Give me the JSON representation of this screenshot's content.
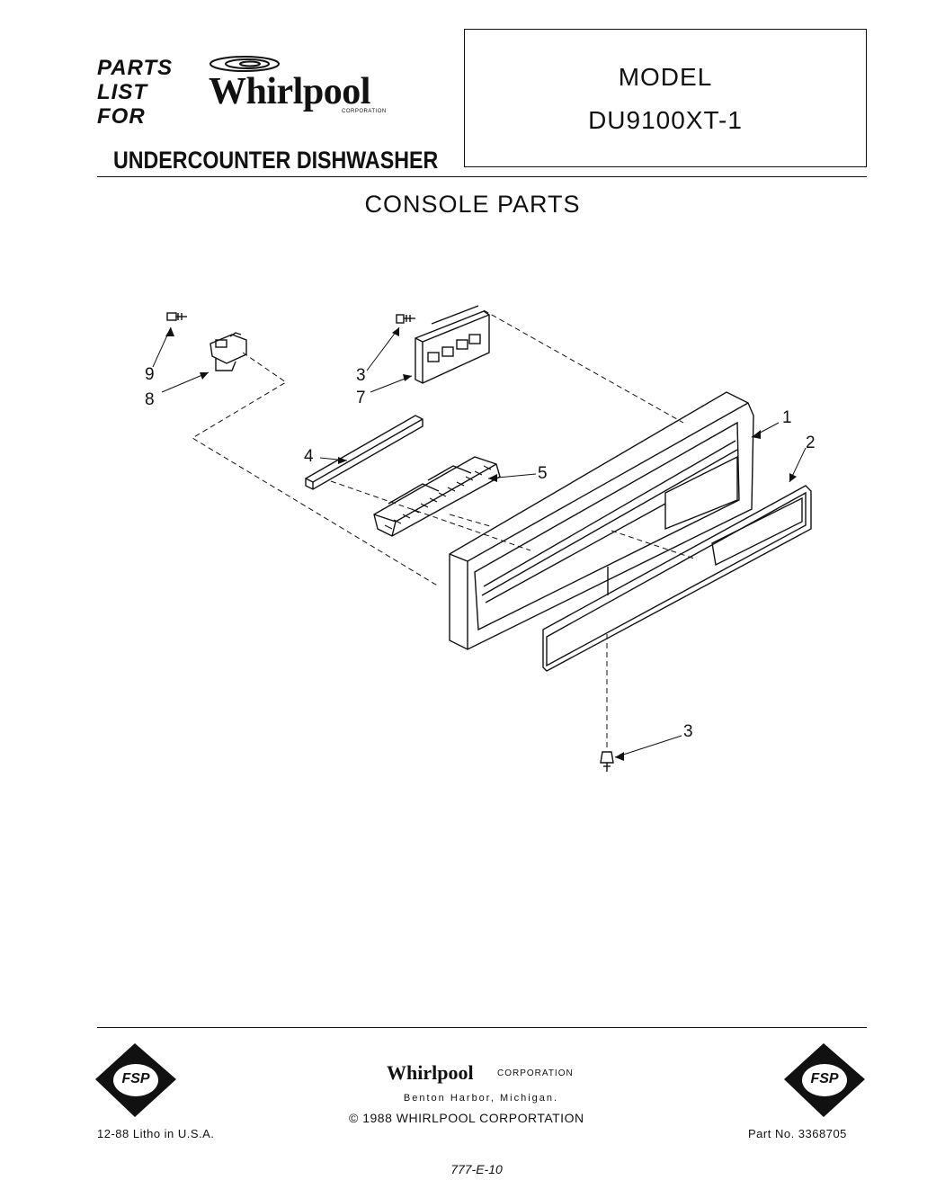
{
  "header": {
    "parts_list_for": [
      "PARTS",
      "LIST",
      "FOR"
    ],
    "brand": "Whirlpool",
    "brand_sub": "CORPORATION",
    "product": "UNDERCOUNTER DISHWASHER",
    "model_label": "MODEL",
    "model_number": "DU9100XT-1"
  },
  "section_title": "CONSOLE PARTS",
  "callouts": {
    "c9": "9",
    "c8": "8",
    "c3a": "3",
    "c7": "7",
    "c4": "4",
    "c5": "5",
    "c1": "1",
    "c2": "2",
    "c3b": "3"
  },
  "footer": {
    "corp_name": "Whirlpool",
    "corp_suffix": "CORPORATION",
    "city": "Benton Harbor, Michigan.",
    "copyright": "© 1988 WHIRLPOOL CORPORTATION",
    "litho": "12-88 Litho in U.S.A.",
    "part_no": "Part No. 3368705",
    "fsp_badge": "FSP",
    "ref_code": "777-E-10"
  }
}
